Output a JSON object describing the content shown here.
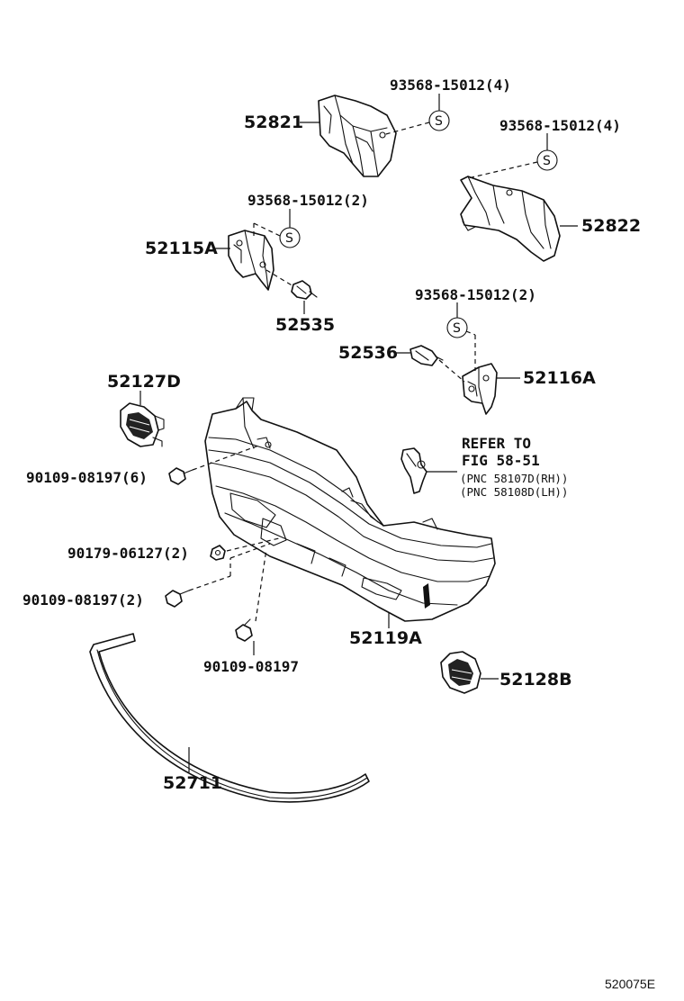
{
  "labels": {
    "p52821": "52821",
    "p52822": "52822",
    "s_52821": "93568-15012(4)",
    "s_52822": "93568-15012(4)",
    "s_52115a": "93568-15012(2)",
    "s_52116a": "93568-15012(2)",
    "p52115a": "52115A",
    "p52535": "52535",
    "p52536": "52536",
    "p52116a": "52116A",
    "p52127d": "52127D",
    "b_upper": "90109-08197(6)",
    "n_mid": "90179-06127(2)",
    "b_lower": "90109-08197(2)",
    "b_single": "90109-08197",
    "p52119a": "52119A",
    "p52128b": "52128B",
    "p52711": "52711"
  },
  "note": {
    "line1": "REFER TO",
    "line2": "FIG 58-51",
    "line3": "(PNC 58107D(RH))",
    "line4": "(PNC 58108D(LH))"
  },
  "symbols": {
    "s": "S"
  },
  "figure_id": "520075E"
}
